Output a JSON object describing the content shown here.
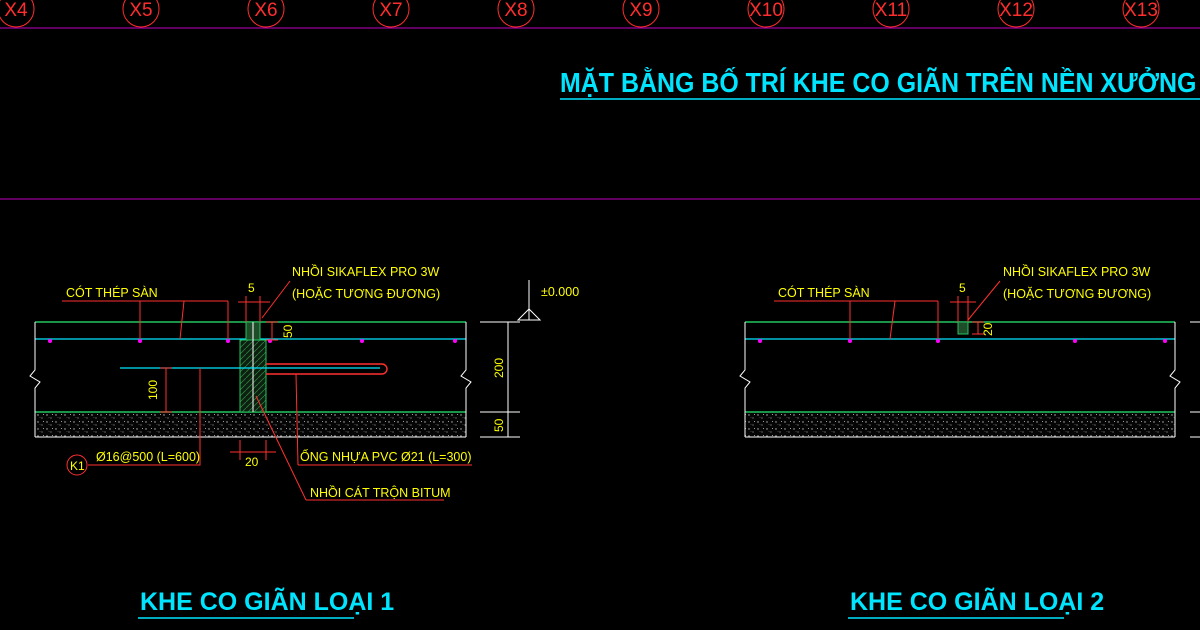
{
  "grid_axes": [
    "X4",
    "X5",
    "X6",
    "X7",
    "X8",
    "X9",
    "X10",
    "X11",
    "X12",
    "X13"
  ],
  "title": "MẶT BẰNG BỐ TRÍ KHE CO GIÃN TRÊN NỀN XƯỞNG S",
  "detail1": {
    "caption": "KHE CO GIÃN LOẠI 1",
    "rebar_label": "CÓT THÉP SÀN",
    "sealant_label": "NHỒI SIKAFLEX PRO 3W",
    "sealant_alt": "(HOẶC TƯƠNG ĐƯƠNG)",
    "level_label": "±0.000",
    "dowel_label": "Ø16@500 (L=600)",
    "dowel_tag": "K1",
    "pvc_label": "ỐNG NHỰA PVC Ø21 (L=300)",
    "bitum_label": "NHỒI CÁT TRỘN BITUM",
    "dim_gap": "5",
    "dim_seal_depth": "50",
    "dim_dowel_height": "100",
    "dim_slab": "200",
    "dim_base": "50",
    "dim_width": "20"
  },
  "detail2": {
    "caption": "KHE CO GIÃN LOẠI 2",
    "rebar_label": "CÓT THÉP SÀN",
    "sealant_label": "NHỒI SIKAFLEX PRO 3W",
    "sealant_alt": "(HOẶC TƯƠNG ĐƯƠNG)",
    "dim_gap": "5",
    "dim_seal_depth": "20"
  },
  "colors": {
    "background": "#000000",
    "grid": "#ff2d2d",
    "title": "#00e5ff",
    "annotation": "#ffff00",
    "leader": "#ff3030",
    "slab_line": "#22c55e",
    "rebar": "#00e5ff",
    "rebar_dot": "#ff00ff",
    "divider": "#c000c0"
  }
}
